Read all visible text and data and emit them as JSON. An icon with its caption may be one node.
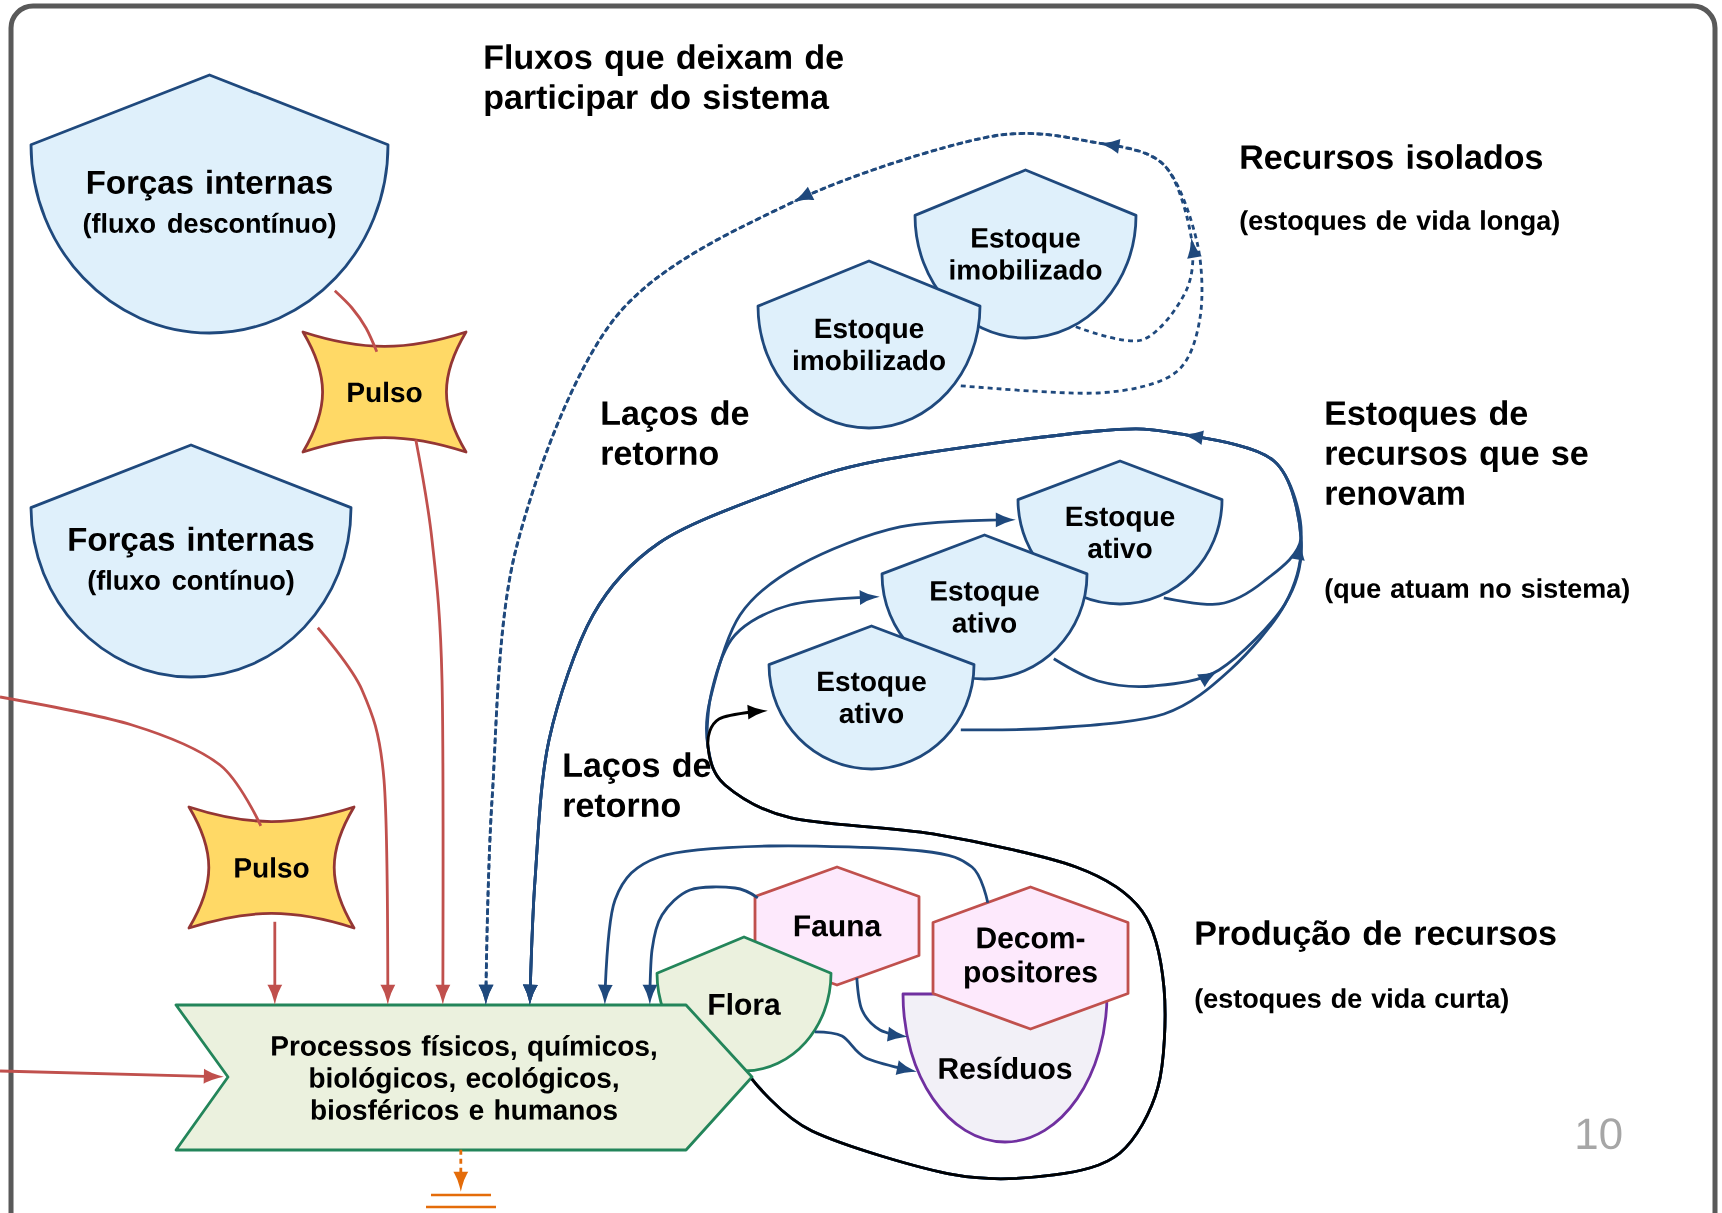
{
  "diagram": {
    "nodes": [
      {
        "text": [
          "Forças internas",
          "(fluxo descontínuo)"
        ]
      },
      {
        "text": [
          "Pulso"
        ]
      },
      {
        "text": [
          "Forças internas",
          "(fluxo contínuo)"
        ]
      },
      {
        "text": [
          "Pulso"
        ]
      },
      {
        "text": [
          "Processos físicos, químicos, biológicos, ecológicos, biosféricos e humanos"
        ]
      },
      {
        "text": [
          "Estoque imobilizado"
        ]
      },
      {
        "text": [
          "Estoque imobilizado"
        ]
      },
      {
        "text": [
          "Estoque ativo"
        ]
      },
      {
        "text": [
          "Estoque ativo"
        ]
      },
      {
        "text": [
          "Estoque ativo"
        ]
      },
      {
        "text": [
          "Fauna"
        ]
      },
      {
        "text": [
          "Decom-positores"
        ]
      },
      {
        "text": [
          "Flora"
        ]
      },
      {
        "text": [
          "Resíduos"
        ]
      },
      {
        "text": [],
        "shape": "ground"
      }
    ],
    "edges": [
      {
        "from": 0,
        "to": 1,
        "arrow": "none",
        "color": "#c0504d"
      },
      {
        "from": 1,
        "to": 4,
        "arrow": "to",
        "color": "#c0504d"
      },
      {
        "from": null,
        "to": 3,
        "arrow": "none",
        "color": "#c0504d"
      },
      {
        "from": 3,
        "to": 4,
        "arrow": "to",
        "color": "#c0504d"
      },
      {
        "from": 2,
        "to": 4,
        "arrow": "to",
        "color": "#c0504d"
      },
      {
        "from": null,
        "to": 4,
        "arrow": "to",
        "color": "#c0504d"
      },
      {
        "from": 5,
        "to": 4,
        "arrow": "to",
        "style": "dashed"
      },
      {
        "from": 6,
        "to": 4,
        "arrow": "to",
        "style": "dashed"
      },
      {
        "from": 7,
        "to": 4,
        "arrow": "to"
      },
      {
        "from": 8,
        "to": 4,
        "arrow": "to"
      },
      {
        "from": 9,
        "to": 4,
        "arrow": "to"
      },
      {
        "from": 4,
        "to": 7,
        "arrow": "to"
      },
      {
        "from": 4,
        "to": 8,
        "arrow": "to"
      },
      {
        "from": 4,
        "to": 9,
        "arrow": "to",
        "color": "#000000"
      },
      {
        "from": 11,
        "to": 4,
        "arrow": "to"
      },
      {
        "from": 10,
        "to": 4,
        "arrow": "to"
      },
      {
        "from": 10,
        "to": 13,
        "arrow": "to"
      },
      {
        "from": 12,
        "to": 13,
        "arrow": "to"
      },
      {
        "from": 4,
        "to": 14,
        "arrow": "to",
        "style": "dashed",
        "color": "#e46c0a"
      }
    ],
    "labels": [
      "Fluxos que deixam de participar do sistema",
      "Recursos isolados",
      "(estoques de vida longa)",
      "Laços de retorno",
      "Estoques de recursos que se renovam",
      "(que atuam no sistema)",
      "Laços de retorno",
      "Produção de recursos",
      "(estoques de vida curta)",
      "10"
    ]
  }
}
